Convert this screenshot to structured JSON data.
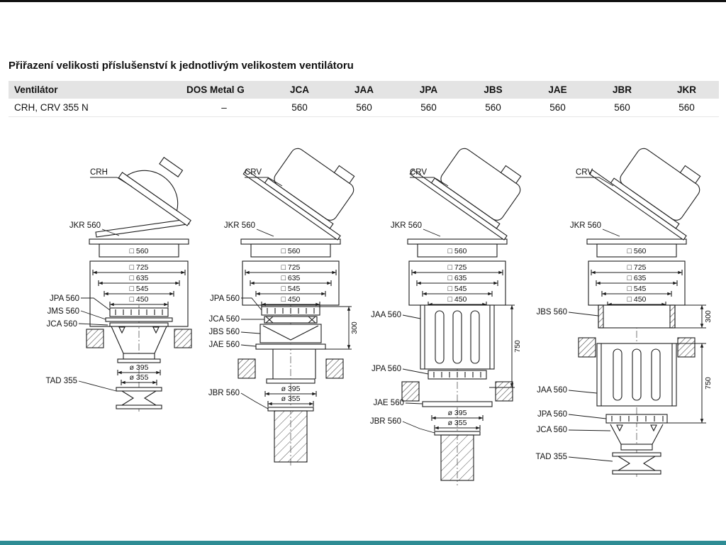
{
  "colors": {
    "top-bar": "#111111",
    "bottom-bar": "#2e8c94",
    "table-header-bg": "#e4e4e4",
    "line": "#1c1c1c"
  },
  "page": {
    "title": "Přiřazení velikosti příslušenství k jednotlivým velikostem ventilátoru"
  },
  "table": {
    "headers": [
      "Ventilátor",
      "DOS Metal G",
      "JCA",
      "JAA",
      "JPA",
      "JBS",
      "JAE",
      "JBR",
      "JKR"
    ],
    "row": [
      "CRH, CRV 355 N",
      "–",
      "560",
      "560",
      "560",
      "560",
      "560",
      "560",
      "560"
    ]
  },
  "diagrams": [
    {
      "fan": "CRH",
      "jkr": "JKR 560",
      "sq560": "□ 560",
      "sq725": "□ 725",
      "sq635": "□ 635",
      "sq545": "□ 545",
      "sq450": "□ 450",
      "jpa": "JPA 560",
      "jms": "JMS 560",
      "jca": "JCA 560",
      "d395": "ø 395",
      "d355": "ø 355",
      "tad": "TAD 355"
    },
    {
      "fan": "CRV",
      "jkr": "JKR 560",
      "sq560": "□ 560",
      "sq725": "□ 725",
      "sq635": "□ 635",
      "sq545": "□ 545",
      "sq450": "□ 450",
      "jpa": "JPA 560",
      "jca": "JCA 560",
      "jbs": "JBS 560",
      "jae": "JAE 560",
      "h300": "300",
      "d395": "ø 395",
      "d355": "ø 355",
      "jbr": "JBR 560"
    },
    {
      "fan": "CRV",
      "jkr": "JKR 560",
      "sq560": "□ 560",
      "sq725": "□ 725",
      "sq635": "□ 635",
      "sq545": "□ 545",
      "sq450": "□ 450",
      "jaa": "JAA 560",
      "jpa": "JPA 560",
      "h750": "750",
      "jae": "JAE 560",
      "d395": "ø 395",
      "d355": "ø 355",
      "jbr": "JBR 560"
    },
    {
      "fan": "CRV",
      "jkr": "JKR 560",
      "sq560": "□ 560",
      "sq725": "□ 725",
      "sq635": "□ 635",
      "sq545": "□ 545",
      "sq450": "□ 450",
      "jbs": "JBS 560",
      "h300": "300",
      "jaa": "JAA 560",
      "h750": "750",
      "jpa": "JPA 560",
      "jca": "JCA 560",
      "tad": "TAD 355"
    }
  ]
}
